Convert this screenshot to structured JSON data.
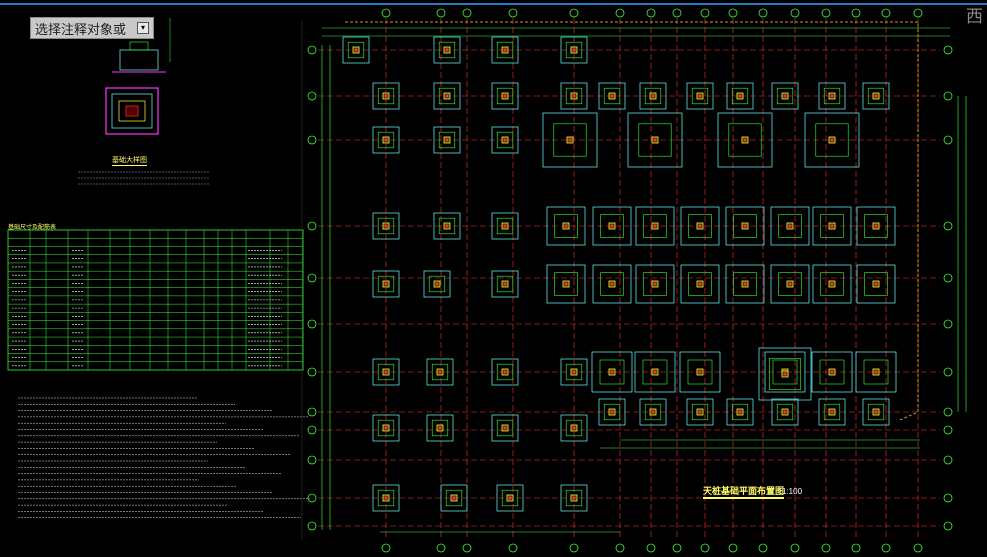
{
  "toolbar": {
    "select_prompt": "选择注释对象或",
    "dropdown_glyph": "▾"
  },
  "viewcube": {
    "west_label": "西"
  },
  "drawing": {
    "plan_title": "天桩基础平面布置图",
    "plan_scale": "1:100",
    "detail_title": "基础大样图",
    "table_title": "基础尺寸及配筋表"
  },
  "colors": {
    "background": "#000000",
    "axis_red": "#ff3030",
    "dim_green": "#33ff33",
    "footing_cyan": "#66ffff",
    "column_yellow": "#ffff33",
    "text_white": "#ffffff",
    "highlight_magenta": "#ff33ff"
  }
}
